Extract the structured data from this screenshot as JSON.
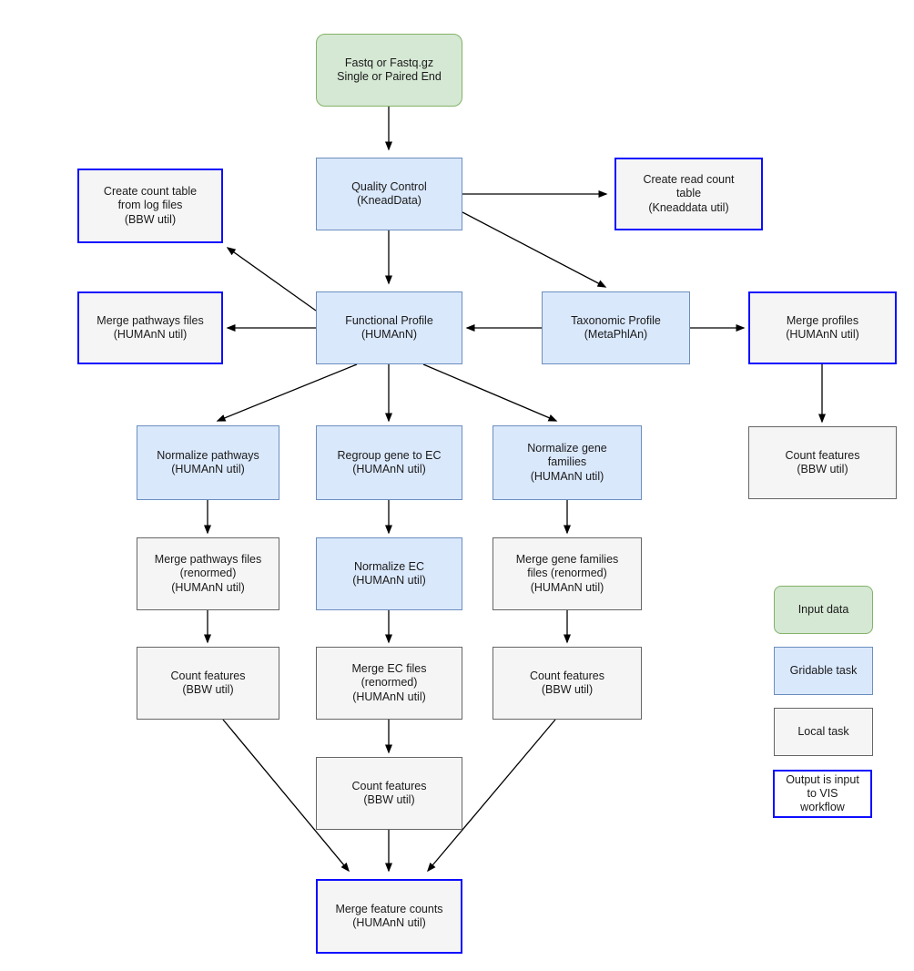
{
  "nodes": {
    "input_fastq": "Fastq or Fastq.gz\nSingle or Paired End",
    "quality_control": "Quality Control\n(KneadData)",
    "create_read_count": "Create read count\ntable\n(Kneaddata util)",
    "create_count_log": "Create count table\nfrom log files\n(BBW util)",
    "merge_pathways": "Merge pathways files\n(HUMAnN util)",
    "functional_profile": "Functional Profile\n(HUMAnN)",
    "taxonomic_profile": "Taxonomic Profile\n(MetaPhlAn)",
    "merge_profiles": "Merge profiles\n(HUMAnN util)",
    "normalize_pathways": "Normalize pathways\n(HUMAnN util)",
    "regroup_gene_ec": "Regroup gene to EC\n(HUMAnN util)",
    "normalize_gene_families": "Normalize gene\nfamilies\n(HUMAnN util)",
    "count_features_profiles": "Count features\n(BBW util)",
    "merge_pathways_renormed": "Merge pathways files\n(renormed)\n(HUMAnN util)",
    "normalize_ec": "Normalize EC\n(HUMAnN util)",
    "merge_gene_families_renormed": "Merge gene families\nfiles (renormed)\n(HUMAnN util)",
    "count_features_pathways": "Count features\n(BBW util)",
    "merge_ec_files": "Merge EC files\n(renormed)\n(HUMAnN util)",
    "count_features_gene_families": "Count features\n(BBW util)",
    "count_features_ec": "Count features\n(BBW util)",
    "merge_feature_counts": "Merge feature counts\n(HUMAnN util)"
  },
  "legend": {
    "input_data": "Input data",
    "gridable_task": "Gridable task",
    "local_task": "Local task",
    "output_vis": "Output is input\nto VIS\nworkflow"
  },
  "edges": [
    {
      "from": "input_fastq",
      "to": "quality_control"
    },
    {
      "from": "quality_control",
      "to": "create_read_count"
    },
    {
      "from": "quality_control",
      "to": "functional_profile"
    },
    {
      "from": "quality_control",
      "to": "taxonomic_profile"
    },
    {
      "from": "taxonomic_profile",
      "to": "functional_profile"
    },
    {
      "from": "taxonomic_profile",
      "to": "merge_profiles"
    },
    {
      "from": "merge_profiles",
      "to": "count_features_profiles"
    },
    {
      "from": "functional_profile",
      "to": "create_count_log"
    },
    {
      "from": "functional_profile",
      "to": "merge_pathways"
    },
    {
      "from": "functional_profile",
      "to": "normalize_pathways"
    },
    {
      "from": "functional_profile",
      "to": "regroup_gene_ec"
    },
    {
      "from": "functional_profile",
      "to": "normalize_gene_families"
    },
    {
      "from": "normalize_pathways",
      "to": "merge_pathways_renormed"
    },
    {
      "from": "regroup_gene_ec",
      "to": "normalize_ec"
    },
    {
      "from": "normalize_gene_families",
      "to": "merge_gene_families_renormed"
    },
    {
      "from": "merge_pathways_renormed",
      "to": "count_features_pathways"
    },
    {
      "from": "normalize_ec",
      "to": "merge_ec_files"
    },
    {
      "from": "merge_gene_families_renormed",
      "to": "count_features_gene_families"
    },
    {
      "from": "merge_ec_files",
      "to": "count_features_ec"
    },
    {
      "from": "count_features_pathways",
      "to": "merge_feature_counts"
    },
    {
      "from": "count_features_ec",
      "to": "merge_feature_counts"
    },
    {
      "from": "count_features_gene_families",
      "to": "merge_feature_counts"
    }
  ],
  "colors": {
    "input_fill": "#d5e8d4",
    "input_border": "#82b366",
    "gridable_fill": "#dae8fc",
    "gridable_border": "#6c8ebf",
    "local_fill": "#f5f5f5",
    "local_border": "#666666",
    "vis_output_border": "#0d0dff",
    "arrow": "#000000",
    "text": "#1a1a1a",
    "background": "#ffffff"
  }
}
